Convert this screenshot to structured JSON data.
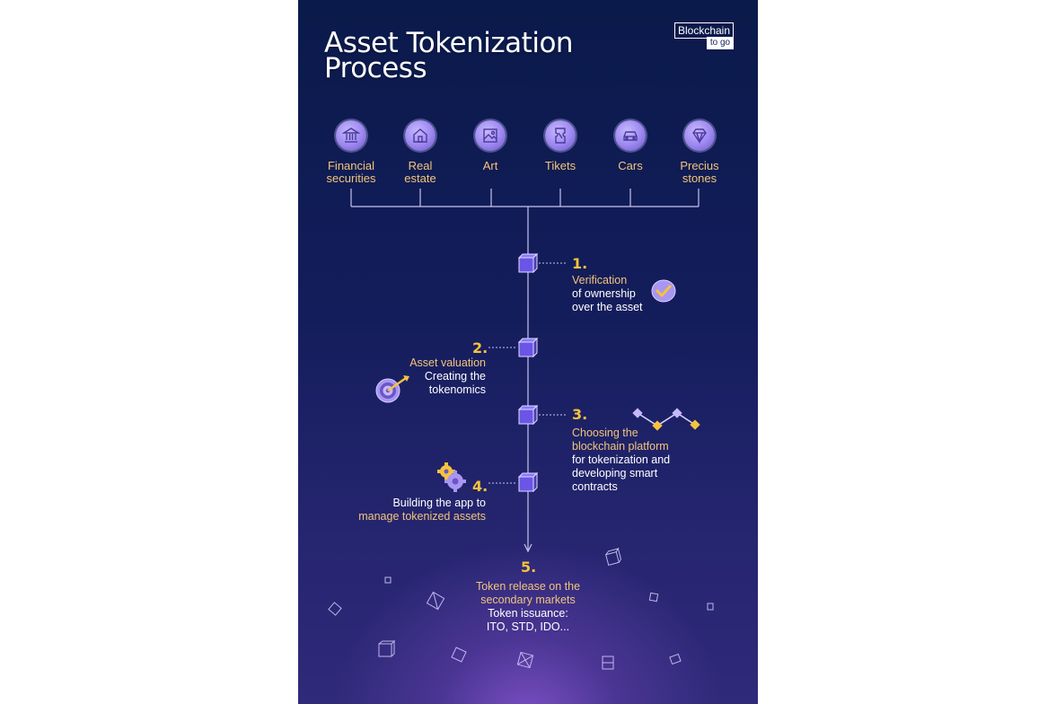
{
  "header": {
    "title_line1": "Asset Tokenization",
    "title_line2": "Process",
    "logo_main": "Blockchain",
    "logo_sub": "to go"
  },
  "assets": [
    {
      "label_line1": "Financial",
      "label_line2": "securities",
      "icon": "bank-icon"
    },
    {
      "label_line1": "Real",
      "label_line2": "estate",
      "icon": "house-icon"
    },
    {
      "label_line1": "Art",
      "label_line2": "",
      "icon": "picture-icon"
    },
    {
      "label_line1": "Tikets",
      "label_line2": "",
      "icon": "ticket-icon"
    },
    {
      "label_line1": "Cars",
      "label_line2": "",
      "icon": "car-icon"
    },
    {
      "label_line1": "Precius",
      "label_line2": "stones",
      "icon": "diamond-icon"
    }
  ],
  "steps": [
    {
      "number": "1.",
      "lines": [
        "Verification",
        "of ownership",
        "over the asset"
      ],
      "icon": "checkmark-badge-icon"
    },
    {
      "number": "2.",
      "lines": [
        "Asset valuation",
        "Creating the",
        "tokenomics"
      ],
      "icon": "target-icon"
    },
    {
      "number": "3.",
      "lines": [
        "Choosing the",
        "blockchain platform",
        "for tokenization and",
        "developing smart",
        "contracts"
      ],
      "icon": "chain-nodes-icon"
    },
    {
      "number": "4.",
      "lines": [
        "Building the app to",
        "manage tokenized assets"
      ],
      "icon": "gears-icon"
    },
    {
      "number": "5.",
      "lines": [
        "Token release on the",
        "secondary markets",
        "Token issuance:",
        "ITO, STD, IDO..."
      ],
      "icon": "arrow-down-icon"
    }
  ],
  "colors": {
    "background_top": "#0a1a4a",
    "background_bottom": "#2f2a7a",
    "accent_yellow": "#f6c23e",
    "label_orange": "#f2c57a",
    "icon_purple": "#9b86ef",
    "text_white": "#ffffff"
  }
}
